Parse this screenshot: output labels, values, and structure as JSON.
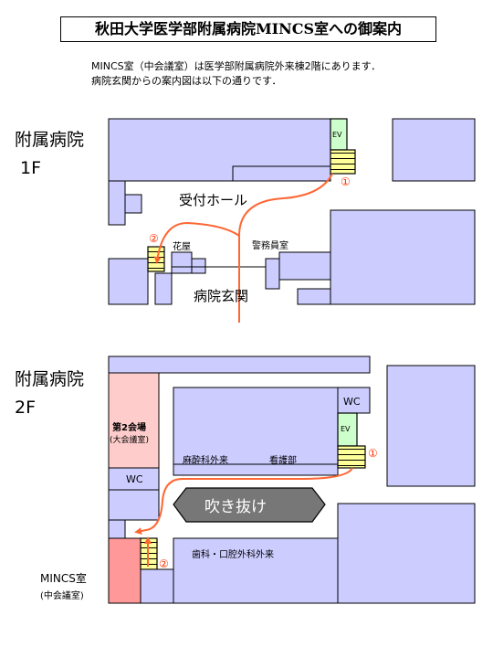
{
  "title": "秋田大学医学部附属病院MINCS室への御案内",
  "notes": [
    "MINCS室（中会議室）は医学部附属病院外来棟2階にあります．",
    "病院玄関からの案内図は以下の通りです．"
  ],
  "floor1": {
    "building": "附属病院",
    "floor": "1F",
    "labels": {
      "ev": "EV",
      "reception_hall": "受付ホール",
      "flower_shop": "花屋",
      "guard_room": "警務員室",
      "entrance": "病院玄関",
      "marker1": "①",
      "marker2": "②"
    }
  },
  "floor2": {
    "building": "附属病院",
    "floor": "2F",
    "labels": {
      "wc_top": "WC",
      "ev": "EV",
      "room2_name": "第2会場",
      "room2_sub": "(大会議室)",
      "wc_left": "WC",
      "anesthesia": "麻酔科外来",
      "nursing": "看護部",
      "atrium": "吹き抜け",
      "dental": "歯科・口腔外科外来",
      "mincs_name": "MINCS室",
      "mincs_sub": "(中会議室)",
      "marker1": "①",
      "marker2": "②"
    }
  },
  "colors": {
    "building": "#ccccff",
    "stairs": "#ffff99",
    "ev": "#ccffcc",
    "route": "#ff6633",
    "room2": "#ffcccc",
    "mincs": "#ff9999",
    "atrium": "#777777"
  }
}
